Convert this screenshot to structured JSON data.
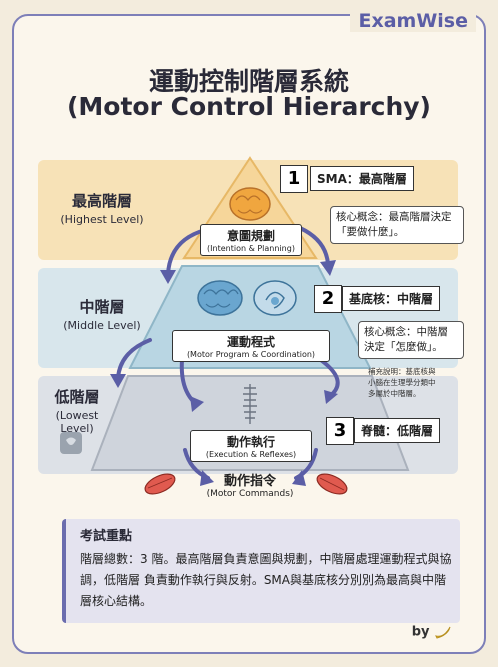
{
  "brand": "ExamWise",
  "title": {
    "zh": "運動控制階層系統",
    "en": "(Motor Control Hierarchy)"
  },
  "levels": [
    {
      "band_zh": "最高階層",
      "band_en": "(Highest Level)",
      "box_zh": "意圖規劃",
      "box_en": "(Intention & Planning)",
      "number": "1",
      "label": "SMA：最高階層",
      "concept": "核心概念：最高階層決定「要做什麼」。"
    },
    {
      "band_zh": "中階層",
      "band_en": "(Middle Level)",
      "box_zh": "運動程式",
      "box_en": "(Motor Program & Coordination)",
      "number": "2",
      "label": "基底核：中階層",
      "concept": "核心概念：中階層決定「怎麼做」。",
      "note": "補充說明：基底核與小腦在生理學分類中多屬於中階層。"
    },
    {
      "band_zh": "低階層",
      "band_en": "(Lowest Level)",
      "box_zh": "動作執行",
      "box_en": "(Execution & Reflexes)",
      "number": "3",
      "label": "脊髓：低階層"
    }
  ],
  "output": {
    "zh": "動作指令",
    "en": "(Motor Commands)"
  },
  "exam": {
    "title": "考試重點",
    "body": "階層總數：3 階。最高階層負責意圖與規劃，中階層處理運動程式與協調，低階層 負責動作執行與反射。SMA與基底核分別別為最高與中階層核心結構。"
  },
  "signature": "by",
  "colors": {
    "accent": "#5b5ea6",
    "arrow": "#5b5ea6",
    "highest": "#f7e2b7",
    "middle": "#d8e6ec",
    "lowest": "#dde1e7"
  },
  "icons": [
    "brain-icon",
    "brain-section-icon",
    "spinal-cord-icon",
    "muscle-icon",
    "banana-icon"
  ]
}
